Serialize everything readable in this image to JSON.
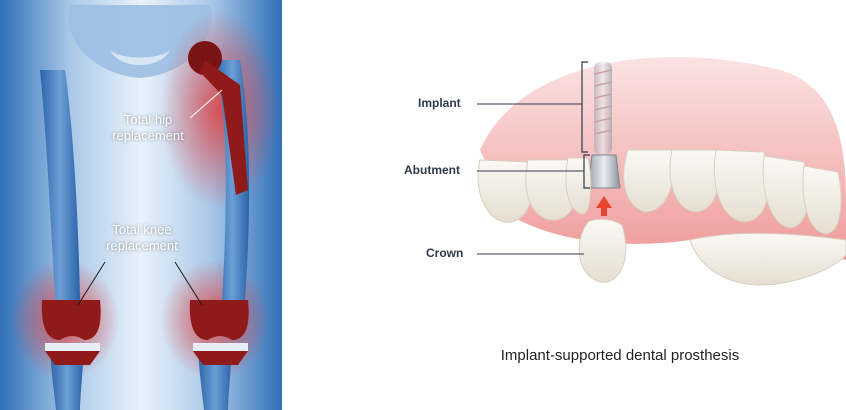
{
  "xray": {
    "hip_label_line1": "Total hip",
    "hip_label_line2": "replacement",
    "knee_label_line1": "Total knee",
    "knee_label_line2": "replacement"
  },
  "dental": {
    "implant_label": "Implant",
    "abutment_label": "Abutment",
    "crown_label": "Crown",
    "caption": "Implant-supported dental prosthesis"
  },
  "colors": {
    "xray_blue": "#3f7fc4",
    "implant_red": "#b52a2a",
    "gum_pink": "#f2b8b8",
    "tooth_white": "#f5f1ea",
    "label_dark": "#2f3a4a",
    "arrow_red": "#e8452c"
  }
}
